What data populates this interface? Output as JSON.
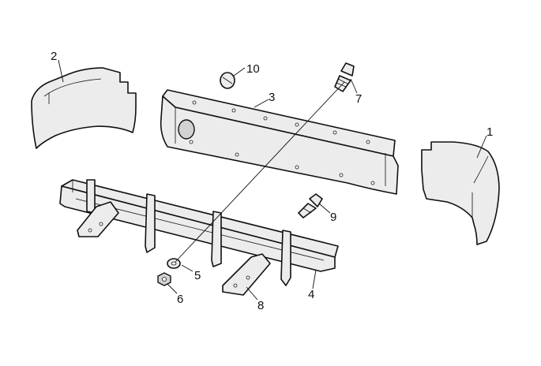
{
  "callouts": {
    "c1": "1",
    "c2": "2",
    "c3": "3",
    "c4": "4",
    "c5": "5",
    "c6": "6",
    "c7": "7",
    "c8": "8",
    "c9": "9",
    "c10": "10"
  },
  "colors": {
    "line": "#111111",
    "fill": "#ececec",
    "background": "#ffffff"
  }
}
